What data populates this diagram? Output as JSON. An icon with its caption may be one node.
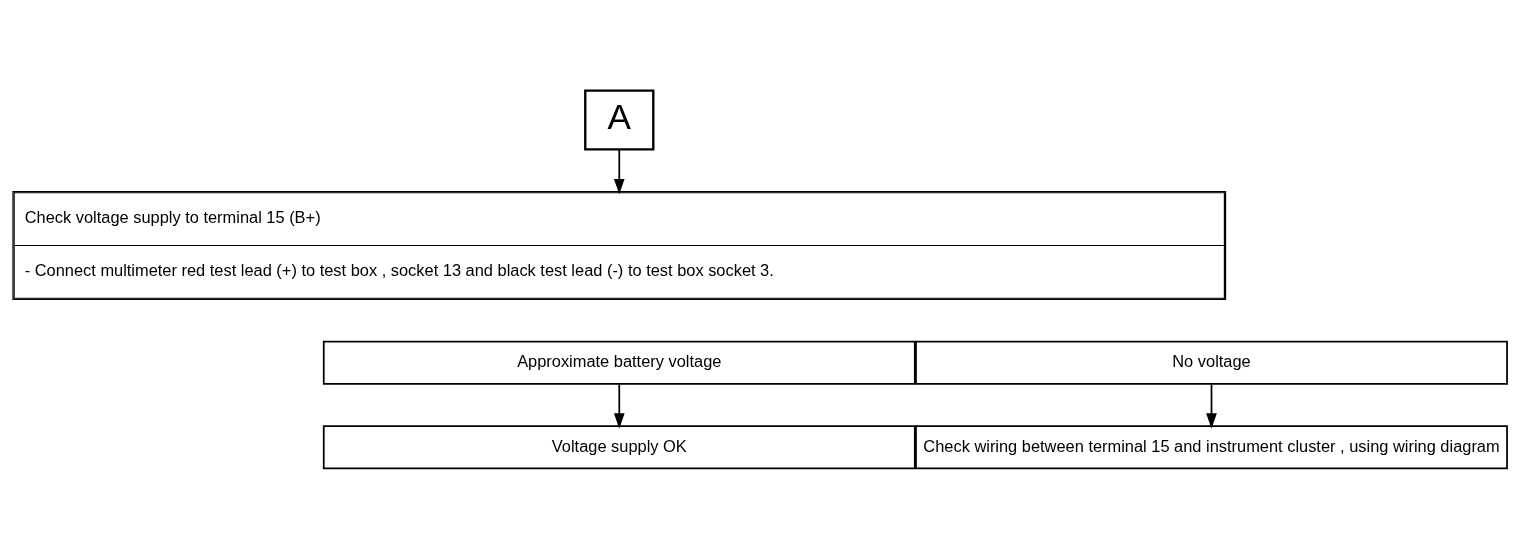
{
  "diagram": {
    "nodes": [
      {
        "text": [
          "A"
        ]
      },
      {
        "text": [
          "Check voltage supply to terminal 15 (B+)",
          "- Connect multimeter red test lead (+) to test box , socket 13 and black test lead (-) to test box socket 3."
        ]
      },
      {
        "text": [
          "Approximate battery voltage"
        ]
      },
      {
        "text": [
          "No voltage"
        ]
      },
      {
        "text": [
          "Voltage supply OK"
        ]
      },
      {
        "text": [
          "Check wiring between terminal 15 and instrument cluster , using wiring diagram"
        ]
      }
    ],
    "edges": [
      {
        "from": 0,
        "to": 1,
        "arrow": "to"
      },
      {
        "from": 2,
        "to": 4,
        "arrow": "to"
      },
      {
        "from": 3,
        "to": 5,
        "arrow": "to"
      }
    ]
  }
}
